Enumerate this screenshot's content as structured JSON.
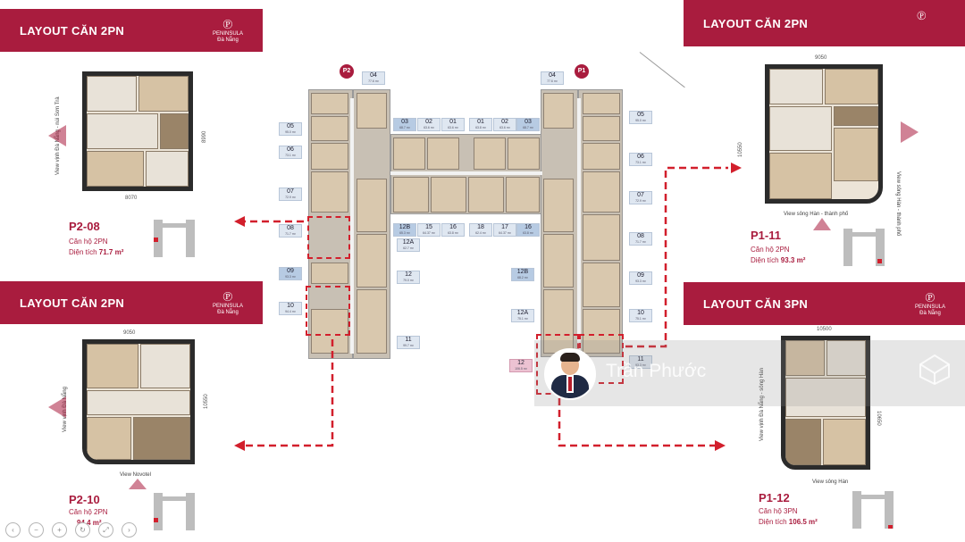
{
  "brand": {
    "logo": "℗",
    "name": "PENINSULA",
    "sub": "Đà Nẵng"
  },
  "panels": {
    "top_left": {
      "title": "LAYOUT CĂN 2PN",
      "unit": "P2-08",
      "type": "Căn hộ 2PN",
      "area_label": "Diện tích ",
      "area": "71.7 m²",
      "dim_w": "8070",
      "dim_h": "8990",
      "view": "View vịnh Đà Nẵng - núi Sơn Trà"
    },
    "mid_left": {
      "title": "LAYOUT CĂN 2PN",
      "unit": "P2-10",
      "type": "Căn hộ 2PN",
      "area": "94.4 m²",
      "dim_w": "9050",
      "dim_h": "10550",
      "view_side": "View vịnh Đà Nẵng",
      "view_bottom": "View Novotel"
    },
    "top_right": {
      "title": "LAYOUT CĂN 2PN",
      "unit": "P1-11",
      "type": "Căn hộ 2PN",
      "area_label": "Diện tích ",
      "area": "93.3 m²",
      "dim_w": "9050",
      "dim_h": "10550",
      "view_side": "View sông Hàn - thành phố",
      "view_bottom": "View sông Hàn - thành phố"
    },
    "mid_right": {
      "title": "LAYOUT CĂN 3PN",
      "unit": "P1-12",
      "type": "Căn hộ 3PN",
      "area_label": "Diện tích ",
      "area": "106.5 m²",
      "dim_w": "10500",
      "dim_h": "10650",
      "view_side": "View vịnh Đà Nẵng - sông Hàn",
      "view_bottom": "View sông Hàn"
    }
  },
  "towers": {
    "p2": "P2",
    "p1": "P1"
  },
  "unit_labels": {
    "l04": {
      "n": "04",
      "a": "77.6 m²"
    },
    "l05": {
      "n": "05",
      "a": "95.0 m²"
    },
    "l06": {
      "n": "06",
      "a": "73.1 m²"
    },
    "l07": {
      "n": "07",
      "a": "72.9 m²"
    },
    "l08": {
      "n": "08",
      "a": "71.7 m²"
    },
    "l09": {
      "n": "09",
      "a": "93.3 m²"
    },
    "l10": {
      "n": "10",
      "a": "94.4 m²"
    },
    "l11": {
      "n": "11",
      "a": "99.7 m²"
    },
    "l12": {
      "n": "12",
      "a": "79.0 m²"
    },
    "l12a": {
      "n": "12A",
      "a": "62.7 m²"
    },
    "l12b": {
      "n": "12B",
      "a": "65.3 m²"
    },
    "l15": {
      "n": "15",
      "a": "64.37 m²"
    },
    "l16": {
      "n": "16",
      "a": "63.8 m²"
    },
    "l03": {
      "n": "03",
      "a": "68.7 m²"
    },
    "l02": {
      "n": "02",
      "a": "63.6 m²"
    },
    "l01": {
      "n": "01",
      "a": "63.6 m²"
    },
    "r01": {
      "n": "01",
      "a": "63.8 m²"
    },
    "r02": {
      "n": "02",
      "a": "63.6 m²"
    },
    "r03": {
      "n": "03",
      "a": "68.7 m²"
    },
    "r04": {
      "n": "04",
      "a": "77.6 m²"
    },
    "r05": {
      "n": "05",
      "a": "95.0 m²"
    },
    "r06": {
      "n": "06",
      "a": "73.1 m²"
    },
    "r07": {
      "n": "07",
      "a": "72.9 m²"
    },
    "r08": {
      "n": "08",
      "a": "71.7 m²"
    },
    "r09": {
      "n": "09",
      "a": "93.3 m²"
    },
    "r10": {
      "n": "10",
      "a": "75.1 m²"
    },
    "r11": {
      "n": "11",
      "a": "93.3 m²"
    },
    "r12": {
      "n": "12",
      "a": "106.5 m²"
    },
    "r12a": {
      "n": "12A",
      "a": "75.1 m²"
    },
    "r12b": {
      "n": "12B",
      "a": "68.2 m²"
    },
    "r16": {
      "n": "16",
      "a": "63.8 m²"
    },
    "r17": {
      "n": "17",
      "a": "64.37 m²"
    },
    "r18": {
      "n": "18",
      "a": "62.4 m²"
    }
  },
  "overlay": {
    "watermark": "Trần Phước"
  },
  "colors": {
    "brand": "#a91c3e",
    "selection": "#d21f2c"
  }
}
